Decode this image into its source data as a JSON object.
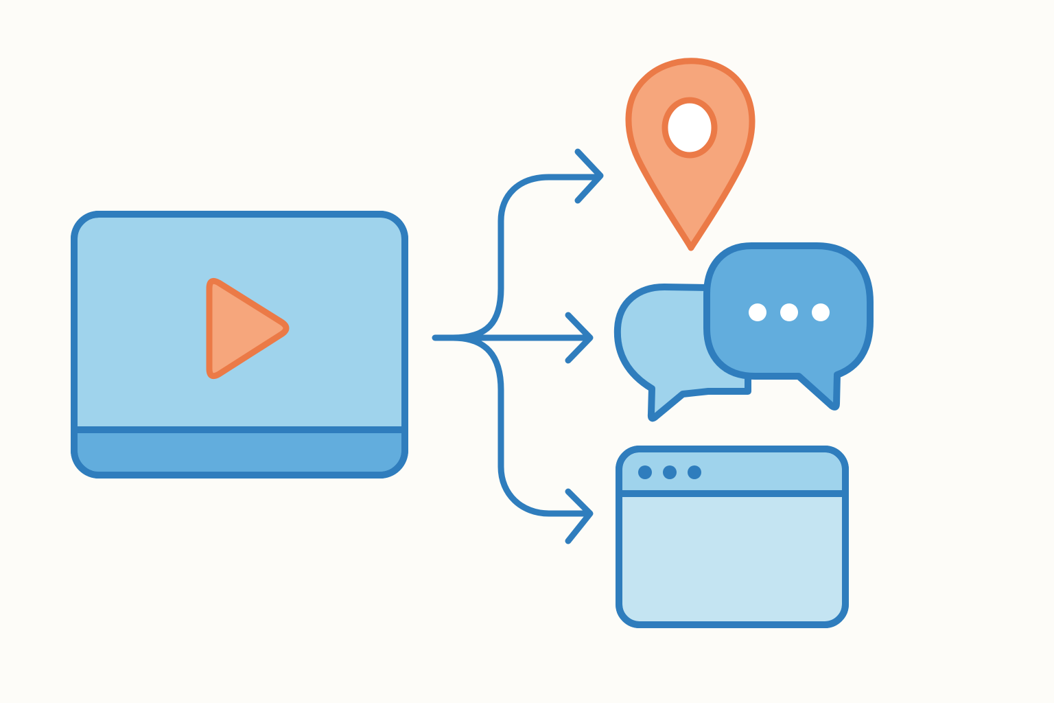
{
  "colors": {
    "background": "#fdfcf8",
    "outline_blue": "#2f7dbd",
    "fill_light_blue": "#9fd3ec",
    "fill_medium_blue": "#62addd",
    "fill_pale_blue": "#c4e4f2",
    "outline_orange": "#eb7a47",
    "fill_orange": "#f6a67c",
    "fill_white": "#ffffff"
  },
  "diagram": {
    "source": {
      "name": "video-player",
      "icons": [
        "video-player-icon",
        "play-icon"
      ]
    },
    "branches": [
      {
        "target": "location-pin",
        "icon": "location-pin-icon",
        "arrow": "arrow-to-location"
      },
      {
        "target": "chat-bubbles",
        "icon": "chat-bubbles-icon",
        "arrow": "arrow-to-chat"
      },
      {
        "target": "browser-window",
        "icon": "browser-window-icon",
        "arrow": "arrow-to-browser"
      }
    ]
  }
}
